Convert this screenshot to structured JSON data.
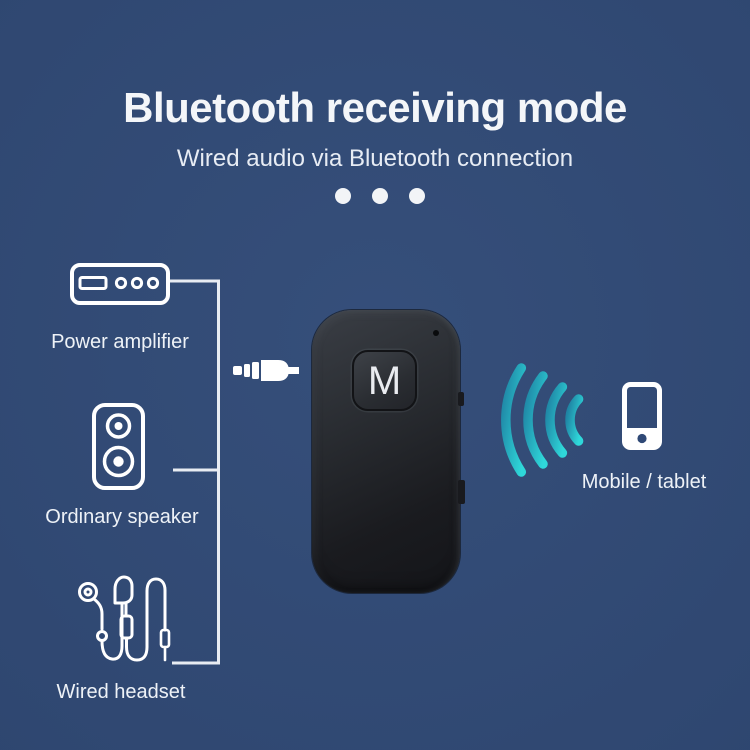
{
  "background": {
    "color": "#2f4976"
  },
  "header": {
    "title": "Bluetooth receiving mode",
    "subtitle": "Wired audio via Bluetooth connection",
    "pagination": {
      "dot_count": 3
    }
  },
  "diagram": {
    "sources": [
      {
        "label": "Power amplifier",
        "icon": "amplifier-icon"
      },
      {
        "label": "Ordinary speaker",
        "icon": "speaker-icon"
      },
      {
        "label": "Wired headset",
        "icon": "headset-icon"
      }
    ],
    "receiver_device": {
      "mode_button_label": "M",
      "connector_icon": "audio-jack-icon",
      "body_color_dark": "#17181b",
      "body_color_light": "#3a3e45"
    },
    "transmitter": {
      "label": "Mobile / tablet",
      "icons": [
        "signal-waves-icon",
        "phone-icon"
      ]
    }
  },
  "colors": {
    "text_white": "#f1f4f9",
    "icon_white": "#ffffff",
    "connector_line": "#e8ecf2",
    "wave_gradient_start": "#1f84a4",
    "wave_gradient_end": "#2fd8da"
  }
}
